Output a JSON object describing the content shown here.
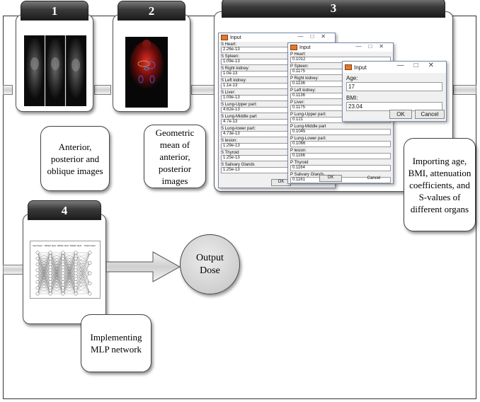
{
  "steps": [
    {
      "number": "1",
      "caption": "Anterior, posterior and oblique images"
    },
    {
      "number": "2",
      "caption": "Geometric mean of anterior, posterior images"
    },
    {
      "number": "3",
      "caption": "Importing age, BMI, attenuation coefficients, and S-values of different organs"
    },
    {
      "number": "4",
      "caption": "Implementing MLP network"
    }
  ],
  "output": {
    "label": "Output Dose"
  },
  "dialog_s": {
    "title": "Input",
    "fields": [
      {
        "label": "S Heart:",
        "value": "2.26e-13"
      },
      {
        "label": "S Spleen:",
        "value": "1.09e-13"
      },
      {
        "label": "S Right kidney:",
        "value": "1.0e-13"
      },
      {
        "label": "S Left kidney:",
        "value": "1.1e-13"
      },
      {
        "label": "S Liver:",
        "value": "1.09e-13"
      },
      {
        "label": "S Lung-Upper part:",
        "value": "4.62e-13"
      },
      {
        "label": "S Lung-Middle part",
        "value": "4.7e-13"
      },
      {
        "label": "S Lung-lower part:",
        "value": "4.73e-13"
      },
      {
        "label": "S lesion:",
        "value": "1.29e-13"
      },
      {
        "label": "S Thyroid",
        "value": "1.25e-13"
      },
      {
        "label": "S Salivary Glands",
        "value": "1.25e-13"
      }
    ],
    "ok": "OK"
  },
  "dialog_p": {
    "title": "Input",
    "fields": [
      {
        "label": "P Heart:",
        "value": "0.1012"
      },
      {
        "label": "P Spleen:",
        "value": "0.1175"
      },
      {
        "label": "P Right kidney:",
        "value": "0.1136"
      },
      {
        "label": "P Left kidney:",
        "value": "0.1136"
      },
      {
        "label": "P Liver:",
        "value": "0.1175"
      },
      {
        "label": "P Lung-Upper part:",
        "value": "0.121"
      },
      {
        "label": "P Lung-Middle part",
        "value": "0.1045"
      },
      {
        "label": "P Lung-Lower part:",
        "value": "0.1066"
      },
      {
        "label": "P lesion:",
        "value": "0.1166"
      },
      {
        "label": "P Thyroid",
        "value": "0.1164"
      },
      {
        "label": "P Salivary Glands",
        "value": "0.1161"
      }
    ],
    "ok": "OK",
    "cancel": "Cancel"
  },
  "dialog_age": {
    "title": "Input",
    "fields": [
      {
        "label": "Age:",
        "value": "17"
      },
      {
        "label": "BMI:",
        "value": "23.04"
      }
    ],
    "ok": "OK",
    "cancel": "Cancel"
  },
  "nn_headers": [
    "Input layer",
    "Hidden layer",
    "Hidden layer",
    "Hidden layer",
    "Output layer"
  ],
  "colors": {
    "tab_dark": "#1c1c1c",
    "arrow_fill": "#d8d8d8",
    "circle_fill": "#d0d0d0",
    "scan_glow": "#e0302a"
  }
}
